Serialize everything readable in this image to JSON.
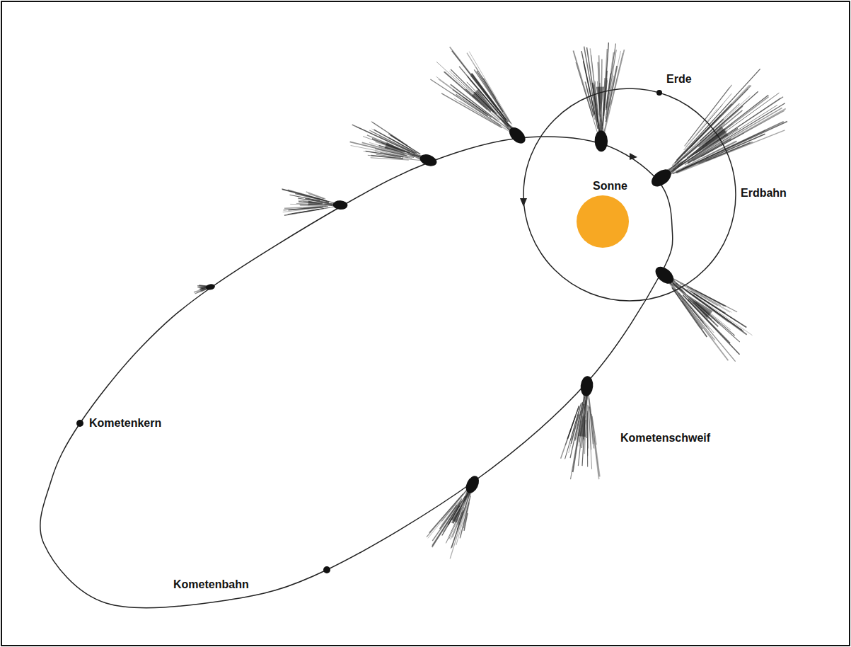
{
  "diagram": {
    "labels": [
      "Erde",
      "Sonne",
      "Erdbahn",
      "Kometenkern",
      "Kometenschweif",
      "Kometenbahn"
    ]
  }
}
